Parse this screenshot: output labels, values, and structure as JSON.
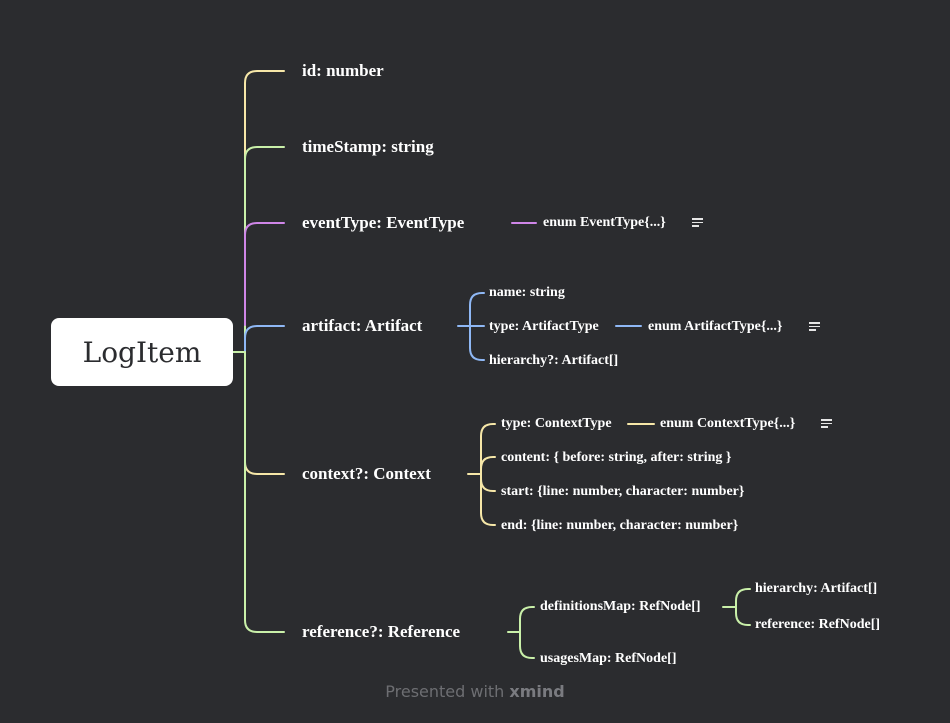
{
  "root": {
    "label": "LogItem"
  },
  "colors": {
    "background": "#2b2c2f",
    "yellow": "#f6e7a8",
    "green": "#c9f0a9",
    "purple": "#cf86e8",
    "blue": "#8fb8f5",
    "root_fill": "#ffffff"
  },
  "branches": {
    "id": "id: number",
    "timestamp": "timeStamp: string",
    "event_type": "eventType: EventType",
    "event_type_enum": "enum EventType{...}",
    "artifact": "artifact: Artifact",
    "artifact_name": "name: string",
    "artifact_type": "type: ArtifactType",
    "artifact_type_enum": "enum ArtifactType{...}",
    "artifact_hierarchy": "hierarchy?: Artifact[]",
    "context": "context?: Context",
    "context_type": "type: ContextType",
    "context_type_enum": "enum ContextType{...}",
    "context_content": "content: { before: string, after: string }",
    "context_start": "start: {line: number, character: number}",
    "context_end": "end: {line: number, character: number}",
    "reference": "reference?: Reference",
    "definitions_map": "definitionsMap: RefNode[]",
    "definitions_hierarchy": "hierarchy: Artifact[]",
    "definitions_reference": "reference: RefNode[]",
    "usages_map": "usagesMap: RefNode[]"
  },
  "icons": [
    "note-icon",
    "note-icon",
    "note-icon"
  ],
  "footer": {
    "prefix": "Presented with",
    "brand": "xmind"
  }
}
